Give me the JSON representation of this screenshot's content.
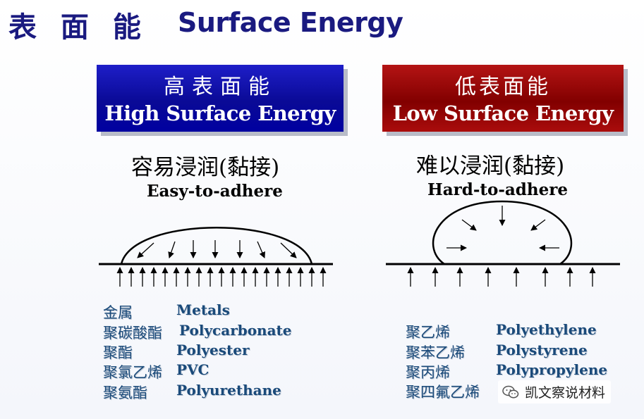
{
  "title": {
    "cn": "表 面 能",
    "en": "Surface Energy"
  },
  "high": {
    "box_cn": "高表面能",
    "box_en": "High Surface Energy",
    "desc_cn": "容易浸润(黏接)",
    "desc_en": "Easy-to-adhere",
    "materials": [
      {
        "cn": "金属",
        "en": "Metals"
      },
      {
        "cn": "聚碳酸酯",
        "en": "Polycarbonate"
      },
      {
        "cn": "聚酯",
        "en": "Polyester"
      },
      {
        "cn": "聚氯乙烯",
        "en": "PVC"
      },
      {
        "cn": "聚氨酯",
        "en": "Polyurethane"
      }
    ]
  },
  "low": {
    "box_cn": "低表面能",
    "box_en": "Low Surface Energy",
    "desc_cn": "难以浸润(黏接)",
    "desc_en": "Hard-to-adhere",
    "materials": [
      {
        "cn": "聚乙烯",
        "en": "Polyethylene"
      },
      {
        "cn": "聚苯乙烯",
        "en": "Polystyrene"
      },
      {
        "cn": "聚丙烯",
        "en": "Polypropylene"
      },
      {
        "cn": "聚四氟乙烯",
        "en": ""
      }
    ]
  },
  "watermark": {
    "text": "凯文察说材料",
    "icon": "wechat-icon"
  },
  "colors": {
    "title": "#1a1a80",
    "high_box": "#0a0a96",
    "low_box": "#820000",
    "material_text": "#1a4a7a"
  }
}
